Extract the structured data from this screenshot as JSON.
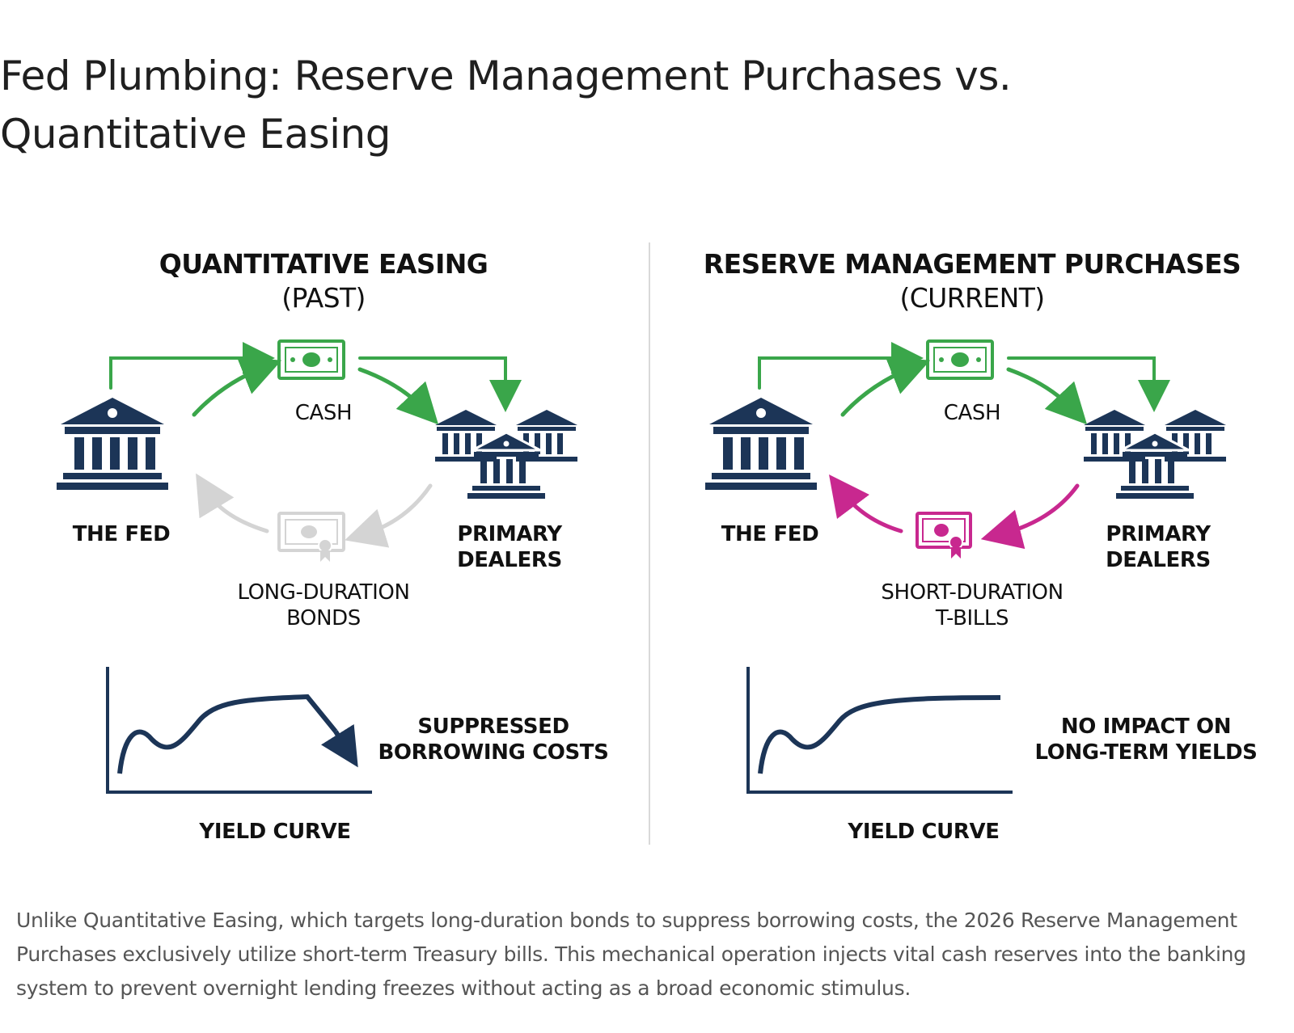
{
  "title": "Fed Plumbing: Reserve Management Purchases vs. Quantitative Easing",
  "panels": {
    "qe": {
      "heading": "QUANTITATIVE EASING",
      "subheading": "(PAST)",
      "fed_label": "THE FED",
      "cash_label": "CASH",
      "dealers_label_1": "PRIMARY",
      "dealers_label_2": "DEALERS",
      "asset_label_1": "LONG-DURATION",
      "asset_label_2": "BONDS",
      "curve_label": "YIELD CURVE",
      "effect_label_1": "SUPPRESSED",
      "effect_label_2": "BORROWING COSTS",
      "icons": [
        "bank-icon",
        "cash-icon",
        "dealer-banks-icon",
        "bond-certificate-icon"
      ],
      "return_color": "#d4d4d4"
    },
    "rmp": {
      "heading": "RESERVE MANAGEMENT PURCHASES",
      "subheading": "(CURRENT)",
      "fed_label": "THE FED",
      "cash_label": "CASH",
      "dealers_label_1": "PRIMARY",
      "dealers_label_2": "DEALERS",
      "asset_label_1": "SHORT-DURATION",
      "asset_label_2": "T-BILLS",
      "curve_label": "YIELD CURVE",
      "effect_label_1": "NO IMPACT ON",
      "effect_label_2": "LONG-TERM YIELDS",
      "icons": [
        "bank-icon",
        "cash-icon",
        "dealer-banks-icon",
        "tbill-certificate-icon"
      ],
      "return_color": "#c8288f"
    }
  },
  "colors": {
    "navy": "#1c3557",
    "green": "#3aa64a",
    "magenta": "#c8288f",
    "gray": "#d4d4d4"
  },
  "caption": "Unlike Quantitative Easing, which targets long-duration bonds to suppress borrowing costs, the 2026 Reserve Management Purchases exclusively utilize short-term Treasury bills. This mechanical operation injects vital cash reserves into the banking system to prevent overnight lending freezes without acting as a broad economic stimulus."
}
